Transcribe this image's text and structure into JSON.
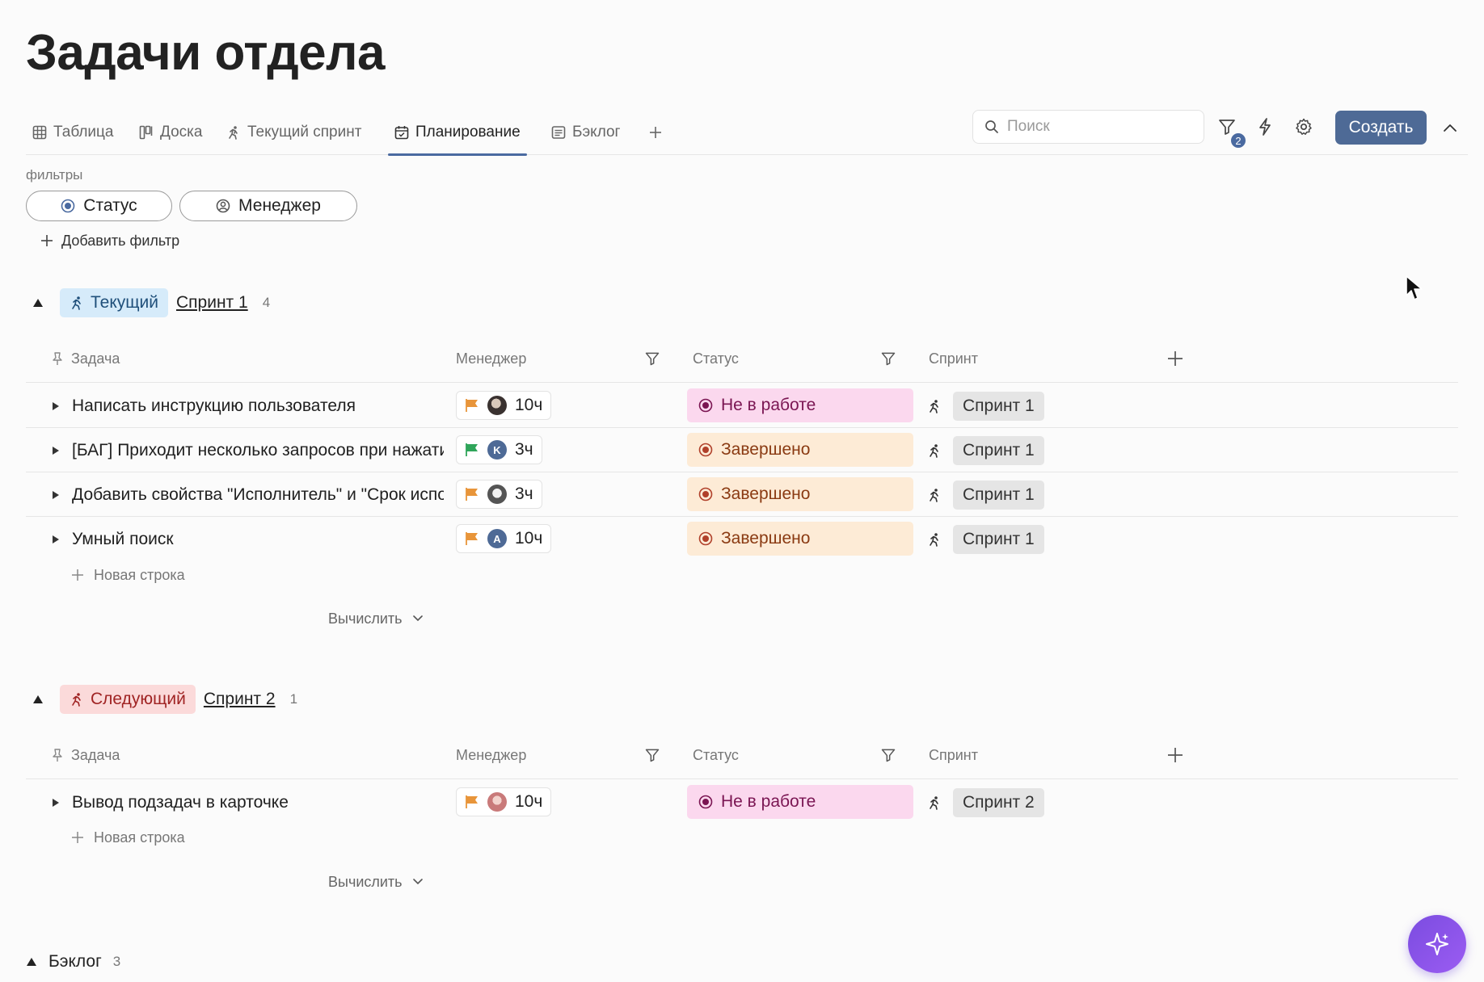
{
  "page": {
    "title": "Задачи отдела"
  },
  "tabs": [
    {
      "label": "Таблица",
      "icon": "table-icon"
    },
    {
      "label": "Доска",
      "icon": "board-icon"
    },
    {
      "label": "Текущий спринт",
      "icon": "runner-icon"
    },
    {
      "label": "Планирование",
      "icon": "calendar-icon",
      "active": true
    },
    {
      "label": "Бэклог",
      "icon": "list-icon"
    }
  ],
  "toolbar": {
    "search_placeholder": "Поиск",
    "filter_count": "2",
    "create_label": "Создать",
    "accent_color": "#4e6a96"
  },
  "filters": {
    "label": "фильтры",
    "chips": [
      "Статус",
      "Менеджер"
    ],
    "add_label": "Добавить фильтр"
  },
  "columns": {
    "task": "Задача",
    "manager": "Менеджер",
    "status": "Статус",
    "sprint": "Спринт"
  },
  "sections": [
    {
      "badge": "Текущий",
      "badge_color": "blue",
      "sprint": "Спринт 1",
      "count": "4",
      "rows": [
        {
          "task": "Написать инструкцию пользователя",
          "flag": "#e8953a",
          "avatar": "photo-dark",
          "hours": "10ч",
          "status": "Не в работе",
          "status_style": "pink",
          "sprint": "Спринт 1"
        },
        {
          "task": "[БАГ] Приходит несколько запросов при нажатии",
          "flag": "#2fa55a",
          "avatar": "K",
          "hours": "3ч",
          "status": "Завершено",
          "status_style": "peach",
          "sprint": "Спринт 1"
        },
        {
          "task": "Добавить свойства \"Исполнитель\" и \"Срок исполнения\"",
          "flag": "#e8953a",
          "avatar": "photo-light",
          "hours": "3ч",
          "status": "Завершено",
          "status_style": "peach",
          "sprint": "Спринт 1"
        },
        {
          "task": "Умный поиск",
          "flag": "#e8953a",
          "avatar": "A",
          "hours": "10ч",
          "status": "Завершено",
          "status_style": "peach",
          "sprint": "Спринт 1"
        }
      ],
      "new_row": "Новая строка",
      "calc": "Вычислить"
    },
    {
      "badge": "Следующий",
      "badge_color": "red",
      "sprint": "Спринт 2",
      "count": "1",
      "rows": [
        {
          "task": "Вывод подзадач в карточке",
          "flag": "#e8953a",
          "avatar": "photo-pink",
          "hours": "10ч",
          "status": "Не в работе",
          "status_style": "pink",
          "sprint": "Спринт 2"
        }
      ],
      "new_row": "Новая строка",
      "calc": "Вычислить"
    }
  ],
  "backlog": {
    "label": "Бэклог",
    "count": "3"
  }
}
